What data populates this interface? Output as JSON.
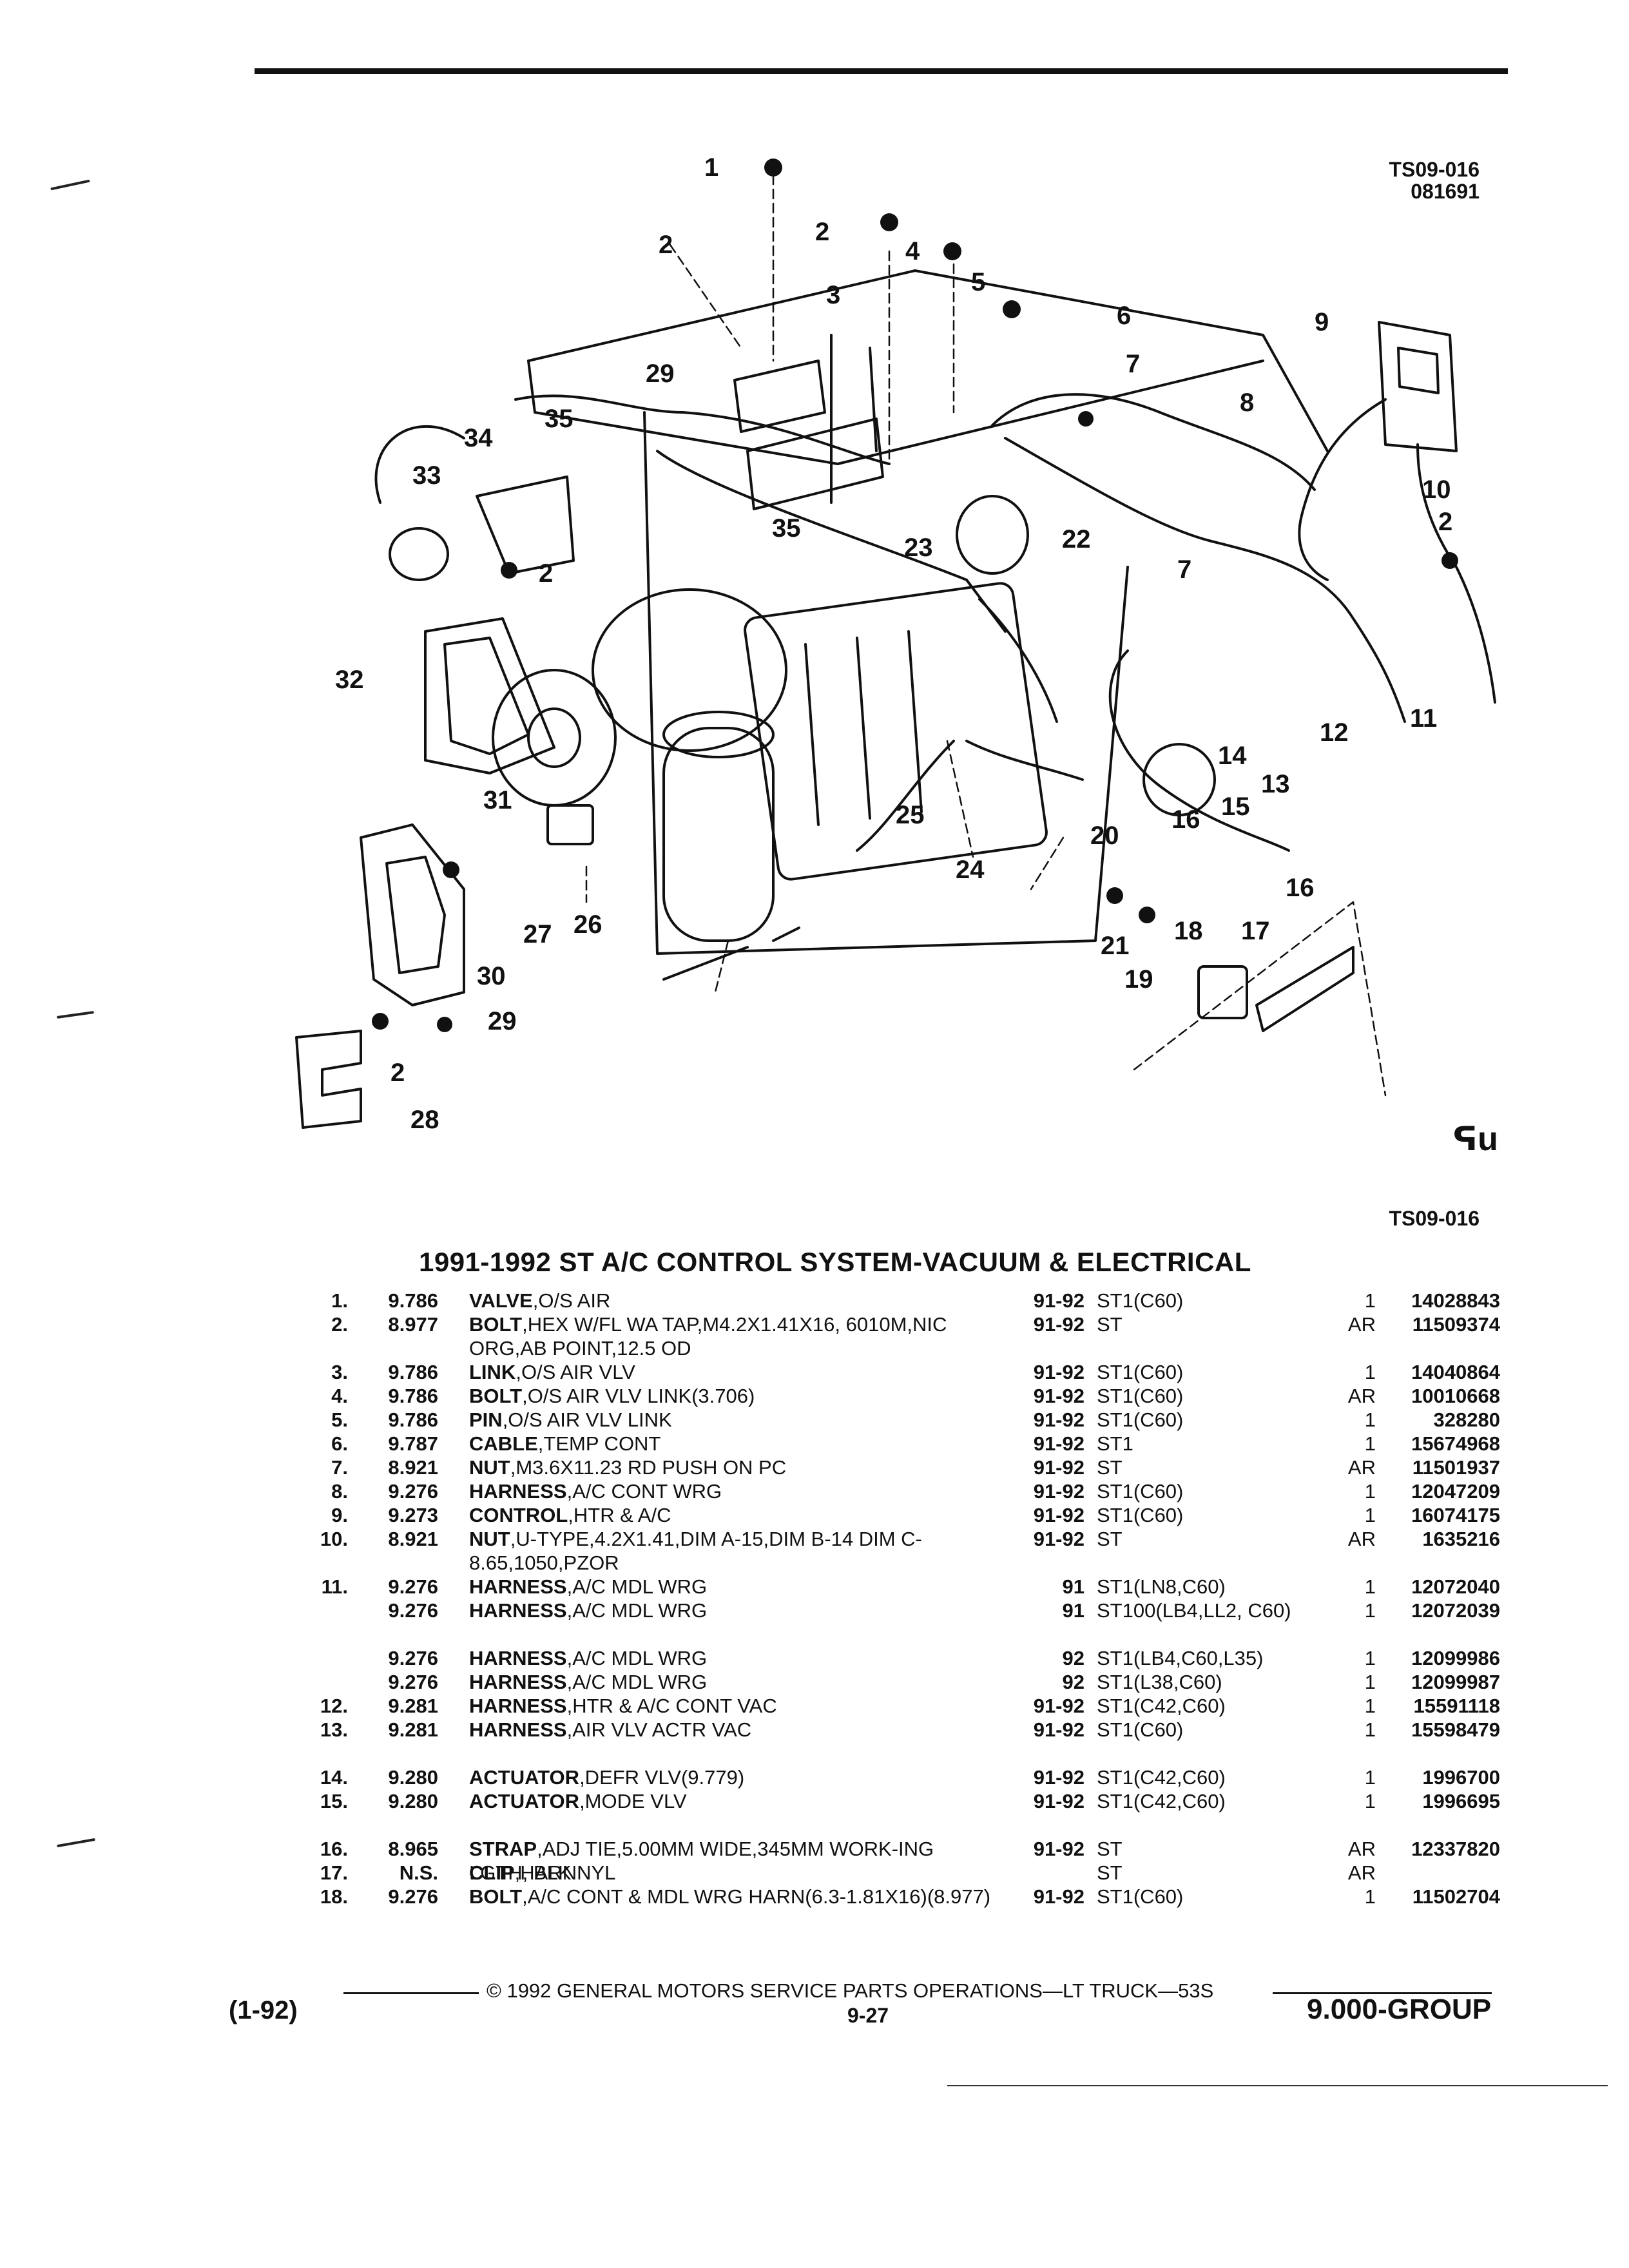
{
  "page": {
    "ref_code": "TS09-016",
    "ref_date": "081691",
    "ref_code_bottom": "TS09-016",
    "logo_text": "ᕋu",
    "title": "1991-1992 ST A/C CONTROL SYSTEM-VACUUM & ELECTRICAL"
  },
  "callouts": [
    "1",
    "2",
    "2",
    "2",
    "2",
    "2",
    "3",
    "4",
    "5",
    "6",
    "7",
    "7",
    "8",
    "9",
    "10",
    "11",
    "12",
    "13",
    "14",
    "15",
    "16",
    "16",
    "17",
    "18",
    "19",
    "20",
    "21",
    "22",
    "23",
    "24",
    "25",
    "26",
    "27",
    "28",
    "29",
    "29",
    "30",
    "31",
    "32",
    "33",
    "34",
    "35",
    "35"
  ],
  "parts": [
    {
      "item": "1.",
      "group": "9.786",
      "name": "VALVE",
      "desc": ",O/S AIR",
      "years": "91-92",
      "app": "ST1(C60)",
      "qty": "1",
      "part": "14028843"
    },
    {
      "item": "2.",
      "group": "8.977",
      "name": "BOLT",
      "desc": ",HEX W/FL WA TAP,M4.2X1.41X16, 6010M,NIC ORG,AB POINT,12.5 OD",
      "years": "91-92",
      "app": "ST",
      "qty": "AR",
      "part": "11509374"
    },
    {
      "item": "3.",
      "group": "9.786",
      "name": "LINK",
      "desc": ",O/S AIR VLV",
      "years": "91-92",
      "app": "ST1(C60)",
      "qty": "1",
      "part": "14040864"
    },
    {
      "item": "4.",
      "group": "9.786",
      "name": "BOLT",
      "desc": ",O/S AIR VLV LINK(3.706)",
      "years": "91-92",
      "app": "ST1(C60)",
      "qty": "AR",
      "part": "10010668"
    },
    {
      "item": "5.",
      "group": "9.786",
      "name": "PIN",
      "desc": ",O/S AIR VLV LINK",
      "years": "91-92",
      "app": "ST1(C60)",
      "qty": "1",
      "part": "328280"
    },
    {
      "item": "6.",
      "group": "9.787",
      "name": "CABLE",
      "desc": ",TEMP CONT",
      "years": "91-92",
      "app": "ST1",
      "qty": "1",
      "part": "15674968"
    },
    {
      "item": "7.",
      "group": "8.921",
      "name": "NUT",
      "desc": ",M3.6X11.23 RD PUSH ON PC",
      "years": "91-92",
      "app": "ST",
      "qty": "AR",
      "part": "11501937"
    },
    {
      "item": "8.",
      "group": "9.276",
      "name": "HARNESS",
      "desc": ",A/C CONT WRG",
      "years": "91-92",
      "app": "ST1(C60)",
      "qty": "1",
      "part": "12047209"
    },
    {
      "item": "9.",
      "group": "9.273",
      "name": "CONTROL",
      "desc": ",HTR & A/C",
      "years": "91-92",
      "app": "ST1(C60)",
      "qty": "1",
      "part": "16074175"
    },
    {
      "item": "10.",
      "group": "8.921",
      "name": "NUT",
      "desc": ",U-TYPE,4.2X1.41,DIM A-15,DIM B-14 DIM C-8.65,1050,PZOR",
      "years": "91-92",
      "app": "ST",
      "qty": "AR",
      "part": "1635216"
    },
    {
      "item": "11.",
      "group": "9.276",
      "name": "HARNESS",
      "desc": ",A/C MDL WRG",
      "years": "91",
      "app": "ST1(LN8,C60)",
      "qty": "1",
      "part": "12072040"
    },
    {
      "item": "",
      "group": "9.276",
      "name": "HARNESS",
      "desc": ",A/C MDL WRG",
      "years": "91",
      "app": "ST100(LB4,LL2, C60)",
      "qty": "1",
      "part": "12072039"
    },
    {
      "item": "",
      "group": "9.276",
      "name": "HARNESS",
      "desc": ",A/C MDL WRG",
      "years": "92",
      "app": "ST1(LB4,C60,L35)",
      "qty": "1",
      "part": "12099986"
    },
    {
      "item": "",
      "group": "9.276",
      "name": "HARNESS",
      "desc": ",A/C MDL WRG",
      "years": "92",
      "app": "ST1(L38,C60)",
      "qty": "1",
      "part": "12099987"
    },
    {
      "item": "12.",
      "group": "9.281",
      "name": "HARNESS",
      "desc": ",HTR & A/C CONT VAC",
      "years": "91-92",
      "app": "ST1(C42,C60)",
      "qty": "1",
      "part": "15591118"
    },
    {
      "item": "13.",
      "group": "9.281",
      "name": "HARNESS",
      "desc": ",AIR VLV ACTR VAC",
      "years": "91-92",
      "app": "ST1(C60)",
      "qty": "1",
      "part": "15598479"
    },
    {
      "item": "14.",
      "group": "9.280",
      "name": "ACTUATOR",
      "desc": ",DEFR VLV(9.779)",
      "years": "91-92",
      "app": "ST1(C42,C60)",
      "qty": "1",
      "part": "1996700"
    },
    {
      "item": "15.",
      "group": "9.280",
      "name": "ACTUATOR",
      "desc": ",MODE VLV",
      "years": "91-92",
      "app": "ST1(C42,C60)",
      "qty": "1",
      "part": "1996695"
    },
    {
      "item": "16.",
      "group": "8.965",
      "name": "STRAP",
      "desc": ",ADJ TIE,5.00MM WIDE,345MM WORK-ING LGTH, BLK NYL",
      "years": "91-92",
      "app": "ST",
      "qty": "AR",
      "part": "12337820"
    },
    {
      "item": "17.",
      "group": "N.S.",
      "name": "CLIP",
      "desc": ",HARN",
      "years": "",
      "app": "ST",
      "qty": "AR",
      "part": ""
    },
    {
      "item": "18.",
      "group": "9.276",
      "name": "BOLT",
      "desc": ",A/C CONT & MDL WRG HARN(6.3-1.81X16)(8.977)",
      "years": "91-92",
      "app": "ST1(C60)",
      "qty": "1",
      "part": "11502704"
    }
  ],
  "footer": {
    "copyright": "© 1992 GENERAL MOTORS SERVICE PARTS OPERATIONS—LT TRUCK—53S",
    "date_code": "(1-92)",
    "page_number": "9-27",
    "group": "9.000-GROUP"
  }
}
